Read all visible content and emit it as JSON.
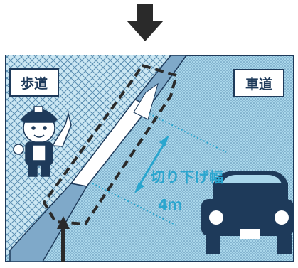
{
  "labels": {
    "sidewalk": "歩道",
    "road": "車道",
    "cut_width": "切り下げ幅",
    "width_value": "4ｍ"
  },
  "colors": {
    "outline": "#1e3a5a",
    "dashed_region": "#2a2a2a",
    "measure": "#2aa6cf",
    "road_fill": "#a9d6ea",
    "sidewalk_fill": "#cbe7f3",
    "curb": "#7fa9c9",
    "car": "#1e3a5a"
  },
  "icons": [
    "down-arrow-icon",
    "up-arrow-icon",
    "police-officer-figure",
    "car-icon",
    "double-arrow-icon"
  ]
}
